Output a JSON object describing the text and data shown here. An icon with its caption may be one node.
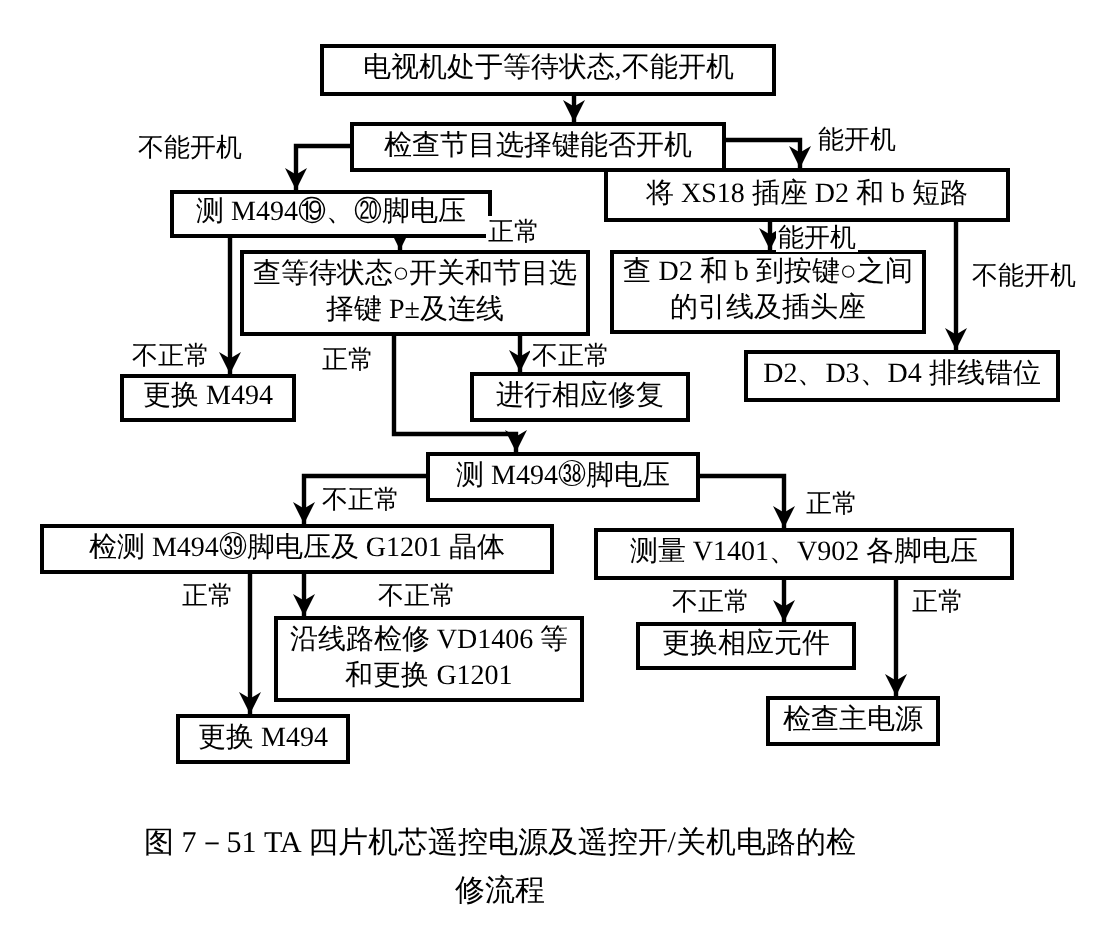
{
  "diagram": {
    "caption": "图 7－51 TA 四片机芯遥控电源及遥控开/关机电路的检修流程",
    "nodes": [
      {
        "text": [
          "电视机处于等待状态,不能开机"
        ]
      },
      {
        "text": [
          "检查节目选择键能否开机"
        ]
      },
      {
        "text": [
          "测 M494⑲、⑳脚电压"
        ]
      },
      {
        "text": [
          "将 XS18 插座 D2 和 b 短路"
        ]
      },
      {
        "text": [
          "查等待状态○开关和节目选择键 P±及连线"
        ]
      },
      {
        "text": [
          "查 D2 和 b 到按键○之间的引线及插头座"
        ]
      },
      {
        "text": [
          "更换 M494"
        ]
      },
      {
        "text": [
          "进行相应修复"
        ]
      },
      {
        "text": [
          "D2、D3、D4 排线错位"
        ]
      },
      {
        "text": [
          "测 M494㊳脚电压"
        ]
      },
      {
        "text": [
          "检测 M494㊴脚电压及 G1201 晶体"
        ]
      },
      {
        "text": [
          "测量 V1401、V902 各脚电压"
        ]
      },
      {
        "text": [
          "沿线路检修 VD1406 等和更换 G1201"
        ]
      },
      {
        "text": [
          "更换相应元件"
        ]
      },
      {
        "text": [
          "检查主电源"
        ]
      },
      {
        "text": [
          "更换 M494"
        ]
      }
    ],
    "edges": [
      {
        "from": 0,
        "to": 1,
        "arrow": "to"
      },
      {
        "from": 1,
        "to": 2,
        "arrow": "to",
        "label": "不能开机"
      },
      {
        "from": 1,
        "to": 3,
        "arrow": "to",
        "label": "能开机"
      },
      {
        "from": 2,
        "to": 4,
        "arrow": "to",
        "label": "正常"
      },
      {
        "from": 2,
        "to": 6,
        "arrow": "to",
        "label": "不正常"
      },
      {
        "from": 3,
        "to": 5,
        "arrow": "to",
        "label": "能开机"
      },
      {
        "from": 3,
        "to": 8,
        "arrow": "to",
        "label": "不能开机"
      },
      {
        "from": 4,
        "to": 7,
        "arrow": "to",
        "label": "不正常"
      },
      {
        "from": 4,
        "to": 9,
        "arrow": "to",
        "label": "正常"
      },
      {
        "from": 9,
        "to": 10,
        "arrow": "to",
        "label": "不正常"
      },
      {
        "from": 9,
        "to": 11,
        "arrow": "to",
        "label": "正常"
      },
      {
        "from": 10,
        "to": 15,
        "arrow": "to",
        "label": "正常"
      },
      {
        "from": 10,
        "to": 12,
        "arrow": "to",
        "label": "不正常"
      },
      {
        "from": 11,
        "to": 13,
        "arrow": "to",
        "label": "不正常"
      },
      {
        "from": 11,
        "to": 14,
        "arrow": "to",
        "label": "正常"
      }
    ]
  }
}
